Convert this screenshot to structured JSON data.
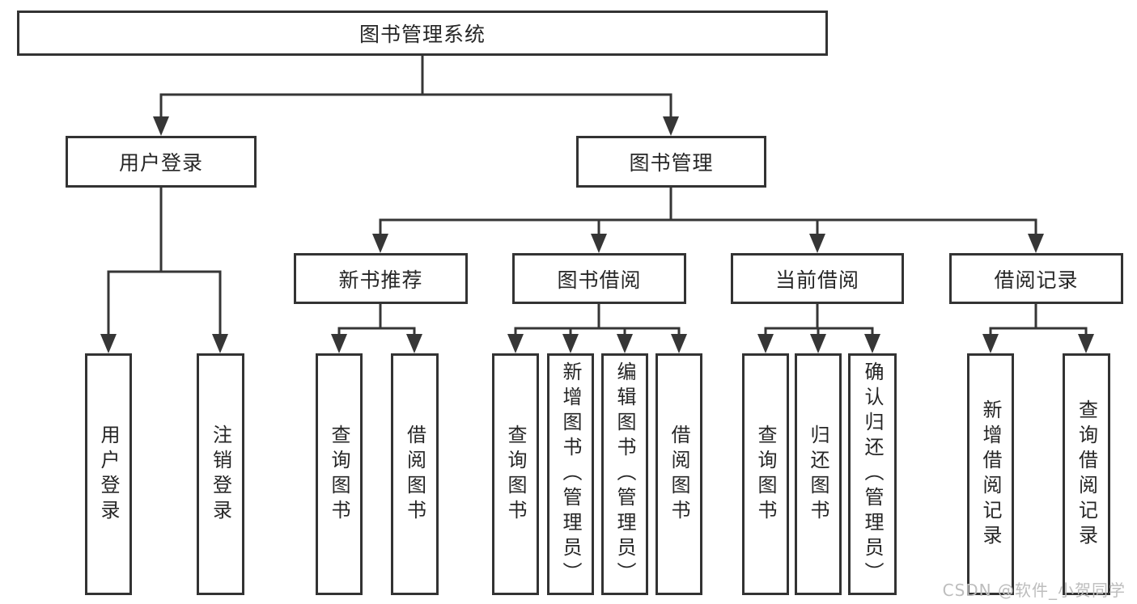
{
  "diagram": {
    "type": "hierarchy-tree",
    "colors": {
      "box_border": "#333333",
      "connector_line": "#363636",
      "text": "#262626",
      "watermark_text": "#bdbdbd",
      "background": "#ffffff"
    },
    "nodes": {
      "root": {
        "label": "图书管理系统"
      },
      "user_login": {
        "label": "用户登录"
      },
      "book_management": {
        "label": "图书管理"
      },
      "new_book_recommend": {
        "label": "新书推荐"
      },
      "book_borrowing": {
        "label": "图书借阅"
      },
      "current_borrowing": {
        "label": "当前借阅"
      },
      "borrowing_records": {
        "label": "借阅记录"
      },
      "leaves": {
        "user_login_action": "用户登录",
        "logout": "注销登录",
        "rec_query_books": "查询图书",
        "rec_borrow_books": "借阅图书",
        "bb_query_books": "查询图书",
        "bb_add_books_admin": "新增图书（管理员）",
        "bb_edit_books_admin": "编辑图书（管理员）",
        "bb_borrow_books": "借阅图书",
        "cb_query_books": "查询图书",
        "cb_return_books": "归还图书",
        "cb_confirm_return_admin": "确认归还（管理员）",
        "br_add_record": "新增借阅记录",
        "br_query_record": "查询借阅记录"
      }
    },
    "edges": [
      "图书管理系统->用户登录",
      "图书管理系统->图书管理",
      "用户登录->用户登录",
      "用户登录->注销登录",
      "图书管理->新书推荐",
      "图书管理->图书借阅",
      "图书管理->当前借阅",
      "图书管理->借阅记录",
      "新书推荐->查询图书",
      "新书推荐->借阅图书",
      "图书借阅->查询图书",
      "图书借阅->新增图书（管理员）",
      "图书借阅->编辑图书（管理员）",
      "图书借阅->借阅图书",
      "当前借阅->查询图书",
      "当前借阅->归还图书",
      "当前借阅->确认归还（管理员）",
      "借阅记录->新增借阅记录",
      "借阅记录->查询借阅记录"
    ]
  },
  "watermark": "CSDN @软件_小贺同学"
}
